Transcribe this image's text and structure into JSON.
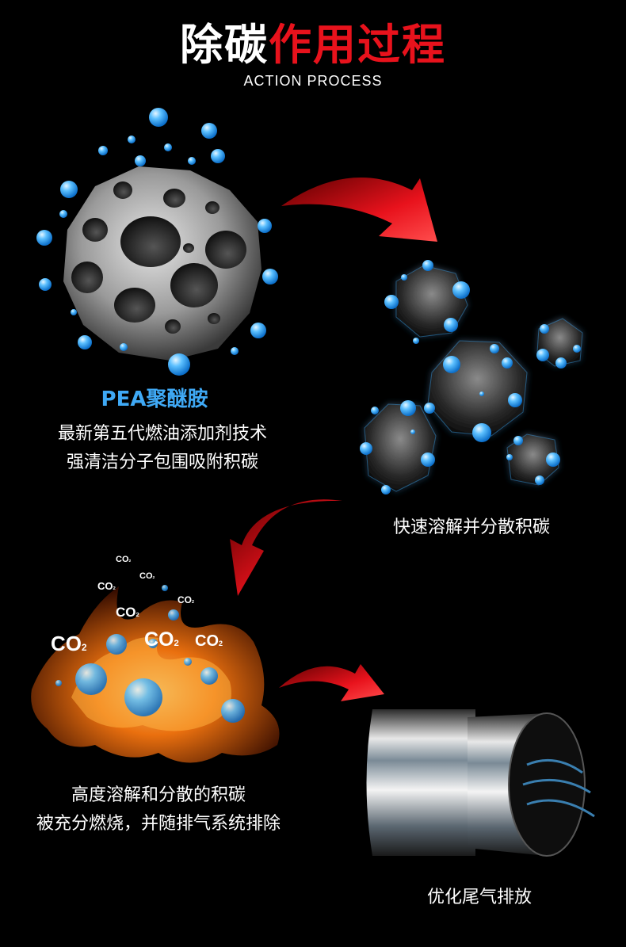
{
  "title": {
    "part1": "除碳",
    "part2": "作用过程"
  },
  "subtitle": "ACTION PROCESS",
  "step1": {
    "name": "PEA聚醚胺",
    "line1": "最新第五代燃油添加剂技术",
    "line2": "强清洁分子包围吸附积碳"
  },
  "step2": {
    "line1": "快速溶解并分散积碳"
  },
  "step3": {
    "line1": "高度溶解和分散的积碳",
    "line2": "被充分燃烧，并随排气系统排除"
  },
  "step4": {
    "line1": "优化尾气排放"
  },
  "co2": {
    "label": "CO",
    "sub": "2"
  },
  "colors": {
    "accent_red": "#e8121c",
    "accent_blue": "#3fa9f5",
    "background": "#000000"
  }
}
